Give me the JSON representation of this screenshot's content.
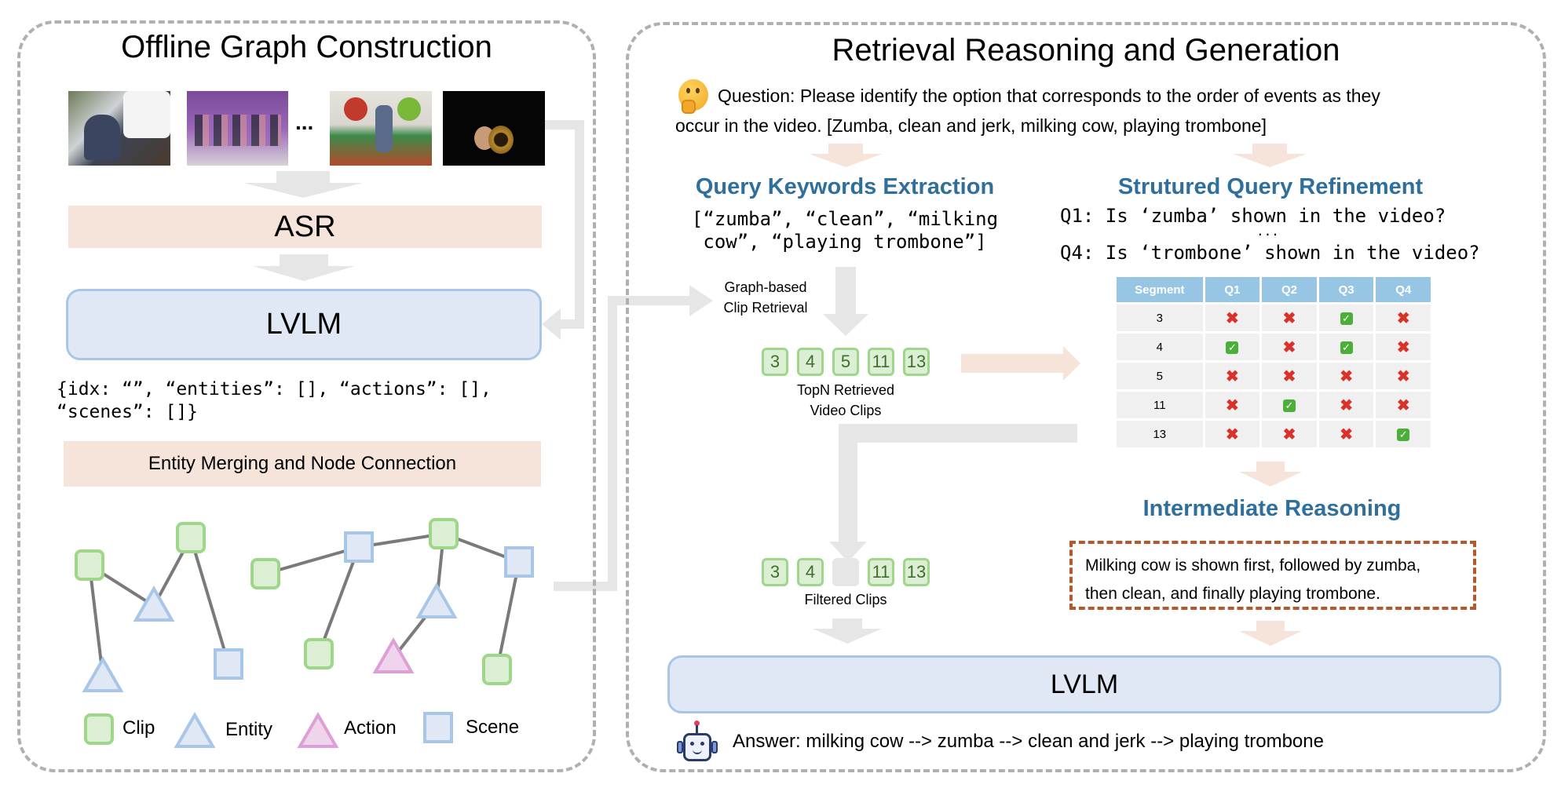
{
  "left_panel": {
    "title": "Offline Graph Construction",
    "video_frames": [
      {
        "name": "milking-cow-frame",
        "desc": "woman milking cow"
      },
      {
        "name": "zumba-frame",
        "desc": "zumba class"
      },
      {
        "name": "clean-and-jerk-frame",
        "desc": "weightlifting clean and jerk"
      },
      {
        "name": "trombone-frame",
        "desc": "person playing trombone"
      }
    ],
    "ellipsis": "...",
    "asr_label": "ASR",
    "lvlm_label": "LVLM",
    "json_template_line1": "{idx: “”, “entities”: [], “actions”: [],",
    "json_template_line2": "“scenes”: []}",
    "merge_label": "Entity Merging and Node Connection",
    "graph": {
      "nodes": [
        {
          "id": "c1",
          "type": "clip"
        },
        {
          "id": "e1",
          "type": "entity"
        },
        {
          "id": "e2",
          "type": "entity"
        },
        {
          "id": "c2",
          "type": "clip"
        },
        {
          "id": "s1",
          "type": "scene"
        },
        {
          "id": "c3",
          "type": "clip"
        },
        {
          "id": "s2",
          "type": "scene"
        },
        {
          "id": "c4",
          "type": "clip"
        },
        {
          "id": "c5",
          "type": "clip"
        },
        {
          "id": "e3",
          "type": "entity"
        },
        {
          "id": "a1",
          "type": "action"
        },
        {
          "id": "s3",
          "type": "scene"
        },
        {
          "id": "c6",
          "type": "clip"
        }
      ],
      "edges": [
        [
          "c1",
          "e1"
        ],
        [
          "c1",
          "e2"
        ],
        [
          "e2",
          "c2"
        ],
        [
          "c2",
          "s1"
        ],
        [
          "c3",
          "s2"
        ],
        [
          "s2",
          "c4"
        ],
        [
          "s2",
          "c5"
        ],
        [
          "c5",
          "e3"
        ],
        [
          "e3",
          "a1"
        ],
        [
          "c5",
          "s3"
        ],
        [
          "s3",
          "c6"
        ]
      ]
    },
    "legend": [
      {
        "type": "clip",
        "label": "Clip"
      },
      {
        "type": "entity",
        "label": "Entity"
      },
      {
        "type": "action",
        "label": "Action"
      },
      {
        "type": "scene",
        "label": "Scene"
      }
    ]
  },
  "right_panel": {
    "title": "Retrieval Reasoning and Generation",
    "question_icon": "thinking-face-icon",
    "question_line1": "Question: Please identify the option that corresponds to the order of events as they",
    "question_line2": "occur in the video. [Zumba, clean and jerk, milking cow, playing trombone]",
    "keywords": {
      "heading": "Query Keywords Extraction",
      "line1": "[“zumba”, “clean”, “milking",
      "line2": "cow”, “playing trombone”]"
    },
    "retrieval_label_line1": "Graph-based",
    "retrieval_label_line2": "Clip Retrieval",
    "topn_clips": [
      "3",
      "4",
      "5",
      "11",
      "13"
    ],
    "topn_label_line1": "TopN Retrieved",
    "topn_label_line2": "Video Clips",
    "refinement": {
      "heading": "Strutured Query Refinement",
      "q1": "Q1: Is ‘zumba’ shown in the video?",
      "ellipsis": "...",
      "q4": "Q4: Is ‘trombone’ shown in the video?"
    },
    "segment_table": {
      "headers": [
        "Segment",
        "Q1",
        "Q2",
        "Q3",
        "Q4"
      ],
      "rows": [
        {
          "segment": "3",
          "answers": [
            false,
            false,
            true,
            false
          ]
        },
        {
          "segment": "4",
          "answers": [
            true,
            false,
            true,
            false
          ]
        },
        {
          "segment": "5",
          "answers": [
            false,
            false,
            false,
            false
          ]
        },
        {
          "segment": "11",
          "answers": [
            false,
            true,
            false,
            false
          ]
        },
        {
          "segment": "13",
          "answers": [
            false,
            false,
            false,
            true
          ]
        }
      ],
      "true_symbol": "✓",
      "false_symbol": "✖"
    },
    "reasoning": {
      "heading": "Intermediate Reasoning",
      "line1": "Milking cow is shown first, followed by zumba,",
      "line2": "then clean, and finally playing trombone."
    },
    "filtered_clips": [
      "3",
      "4",
      "",
      "11",
      "13"
    ],
    "filtered_label": "Filtered Clips",
    "lvlm_label": "LVLM",
    "answer_icon": "robot-icon",
    "answer": "Answer: milking cow --> zumba --> clean and jerk --> playing trombone"
  },
  "colors": {
    "clip_fill": "#dcefd4",
    "clip_stroke": "#9ed68a",
    "entity_fill": "#dfe8f4",
    "entity_stroke": "#a8c6e8",
    "action_fill": "#f0d4ec",
    "action_stroke": "#dca0d6",
    "scene_fill": "#dfe8f4",
    "scene_stroke": "#a8c6e8",
    "heading_blue": "#2f6f9c",
    "peach": "#f6e4da",
    "grey_arrow": "#e6e6e6",
    "reason_border": "#b5582a"
  }
}
